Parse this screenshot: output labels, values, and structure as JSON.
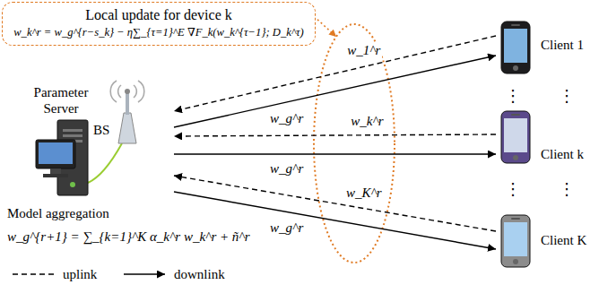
{
  "diagram": {
    "nodes": [
      {
        "text": [
          "Local update for device k",
          "w_k^r = w_g^{r−s_k} − η∑_{τ=1}^E ∇F_k(w_k^{τ−1}; D_k^τ)"
        ]
      },
      {
        "text": [
          "Parameter Server",
          "BS"
        ]
      },
      {
        "text": [
          "Client 1"
        ]
      },
      {
        "text": [
          "Client k"
        ]
      },
      {
        "text": [
          "Client K"
        ]
      }
    ],
    "edges": [
      {
        "from": 2,
        "to": 1,
        "arrow": "to",
        "label": "w_1^r"
      },
      {
        "from": 1,
        "to": 2,
        "arrow": "to",
        "label": "w_g^r"
      },
      {
        "from": 3,
        "to": 1,
        "arrow": "to",
        "label": "w_k^r"
      },
      {
        "from": 1,
        "to": 3,
        "arrow": "to",
        "label": "w_g^r"
      },
      {
        "from": 4,
        "to": 1,
        "arrow": "to",
        "label": "w_K^r"
      },
      {
        "from": 1,
        "to": 4,
        "arrow": "to",
        "label": "w_g^r"
      }
    ],
    "labels": [
      "Model aggregation",
      "w_g^{r+1} = ∑_{k=1}^K α_k^r w_k^r + ñ^r",
      "⋮",
      "⋮",
      "⋮",
      "⋮"
    ],
    "legend": [
      {
        "text": "uplink"
      },
      {
        "text": "downlink"
      }
    ]
  }
}
